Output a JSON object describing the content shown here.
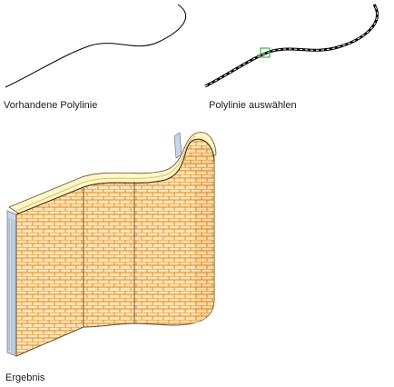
{
  "captions": {
    "existing_polyline": "Vorhandene Polylinie",
    "select_polyline": "Polylinie auswählen",
    "result": "Ergebnis"
  },
  "colors": {
    "background": "#ffffff",
    "line": "#000000",
    "selection_marker": "#3cb044",
    "brick_fill": "#fbe3b4",
    "mortar_line": "#e08c2a",
    "wall_cap": "#fff7c8",
    "wall_core": "#9fb3c8",
    "wall_edge": "#6b4a2b"
  },
  "panels": [
    {
      "id": "existing",
      "description_key": "existing_polyline"
    },
    {
      "id": "select",
      "description_key": "select_polyline"
    },
    {
      "id": "result",
      "description_key": "result"
    }
  ]
}
